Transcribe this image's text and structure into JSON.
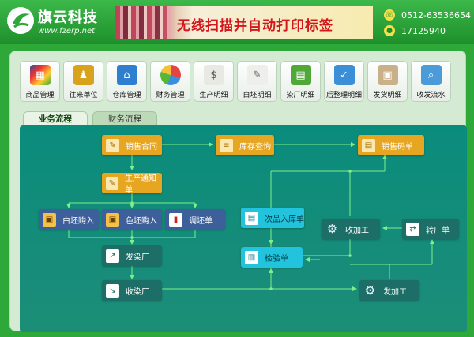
{
  "header": {
    "logo_title": "旗云科技",
    "logo_url": "www.fzerp.net",
    "banner_text": "无线扫描并自动打印标签",
    "phone": "0512-63536654",
    "qq": "17125940"
  },
  "toolbar": {
    "items": [
      {
        "label": "商品管理",
        "icon": "color-swatches-icon",
        "color": "#2b4f9c"
      },
      {
        "label": "往来单位",
        "icon": "contacts-book-icon",
        "color": "#d9a21c"
      },
      {
        "label": "仓库管理",
        "icon": "warehouse-house-icon",
        "color": "#2f7fd1"
      },
      {
        "label": "财务管理",
        "icon": "pie-chart-icon",
        "color": "#e54444"
      },
      {
        "label": "生产明细",
        "icon": "invoice-icon",
        "color": "#8a8a8a"
      },
      {
        "label": "白坯明细",
        "icon": "pencil-doc-icon",
        "color": "#9aa09a"
      },
      {
        "label": "染厂明细",
        "icon": "spreadsheet-icon",
        "color": "#4fa838"
      },
      {
        "label": "后整理明细",
        "icon": "check-doc-icon",
        "color": "#3b8fd6"
      },
      {
        "label": "发货明细",
        "icon": "box-icon",
        "color": "#c9b088"
      },
      {
        "label": "收发流水",
        "icon": "search-doc-icon",
        "color": "#4a9bd8"
      }
    ]
  },
  "tabs": [
    {
      "label": "业务流程",
      "active": true
    },
    {
      "label": "财务流程",
      "active": false
    }
  ],
  "flow": {
    "nodes": [
      {
        "id": "sales-order",
        "label": "销售合同",
        "style": "orange",
        "icon": "edit-doc-icon"
      },
      {
        "id": "stock-query",
        "label": "库存查询",
        "style": "orange",
        "icon": "database-icon"
      },
      {
        "id": "sales-code-list",
        "label": "销售码单",
        "style": "orange",
        "icon": "document-icon"
      },
      {
        "id": "production-notice",
        "label": "生产通知单",
        "style": "orange",
        "icon": "edit-doc-icon"
      },
      {
        "id": "grey-purchase",
        "label": "白坯购入",
        "style": "navy",
        "icon": "box-add-icon"
      },
      {
        "id": "color-grey-purchase",
        "label": "色坯购入",
        "style": "navy",
        "icon": "box-add-icon"
      },
      {
        "id": "grey-adjust",
        "label": "调坯单",
        "style": "navy",
        "icon": "gift-icon"
      },
      {
        "id": "dye-send",
        "label": "发染厂",
        "style": "teal",
        "icon": "send-icon"
      },
      {
        "id": "dye-receive",
        "label": "收染厂",
        "style": "teal",
        "icon": "receive-icon"
      },
      {
        "id": "defect-inbound",
        "label": "次品入库单",
        "style": "cyan",
        "icon": "inbound-doc-icon"
      },
      {
        "id": "inspection",
        "label": "检验单",
        "style": "cyan",
        "icon": "clipboard-icon"
      },
      {
        "id": "process-receive",
        "label": "收加工",
        "style": "teal",
        "icon": "gear-icon"
      },
      {
        "id": "factory-transfer",
        "label": "转厂单",
        "style": "teal",
        "icon": "transfer-doc-icon"
      },
      {
        "id": "process-send",
        "label": "发加工",
        "style": "teal",
        "icon": "gear-icon"
      }
    ]
  },
  "colors": {
    "header_green": "#2fa83a",
    "panel": "#d5ead3",
    "flow_bg": "#0f8c7e",
    "line": "#7df08a",
    "orange": "#e6a622",
    "navy": "#3d5f9a",
    "cyan": "#22c3dc",
    "teal": "#1d6e66"
  }
}
